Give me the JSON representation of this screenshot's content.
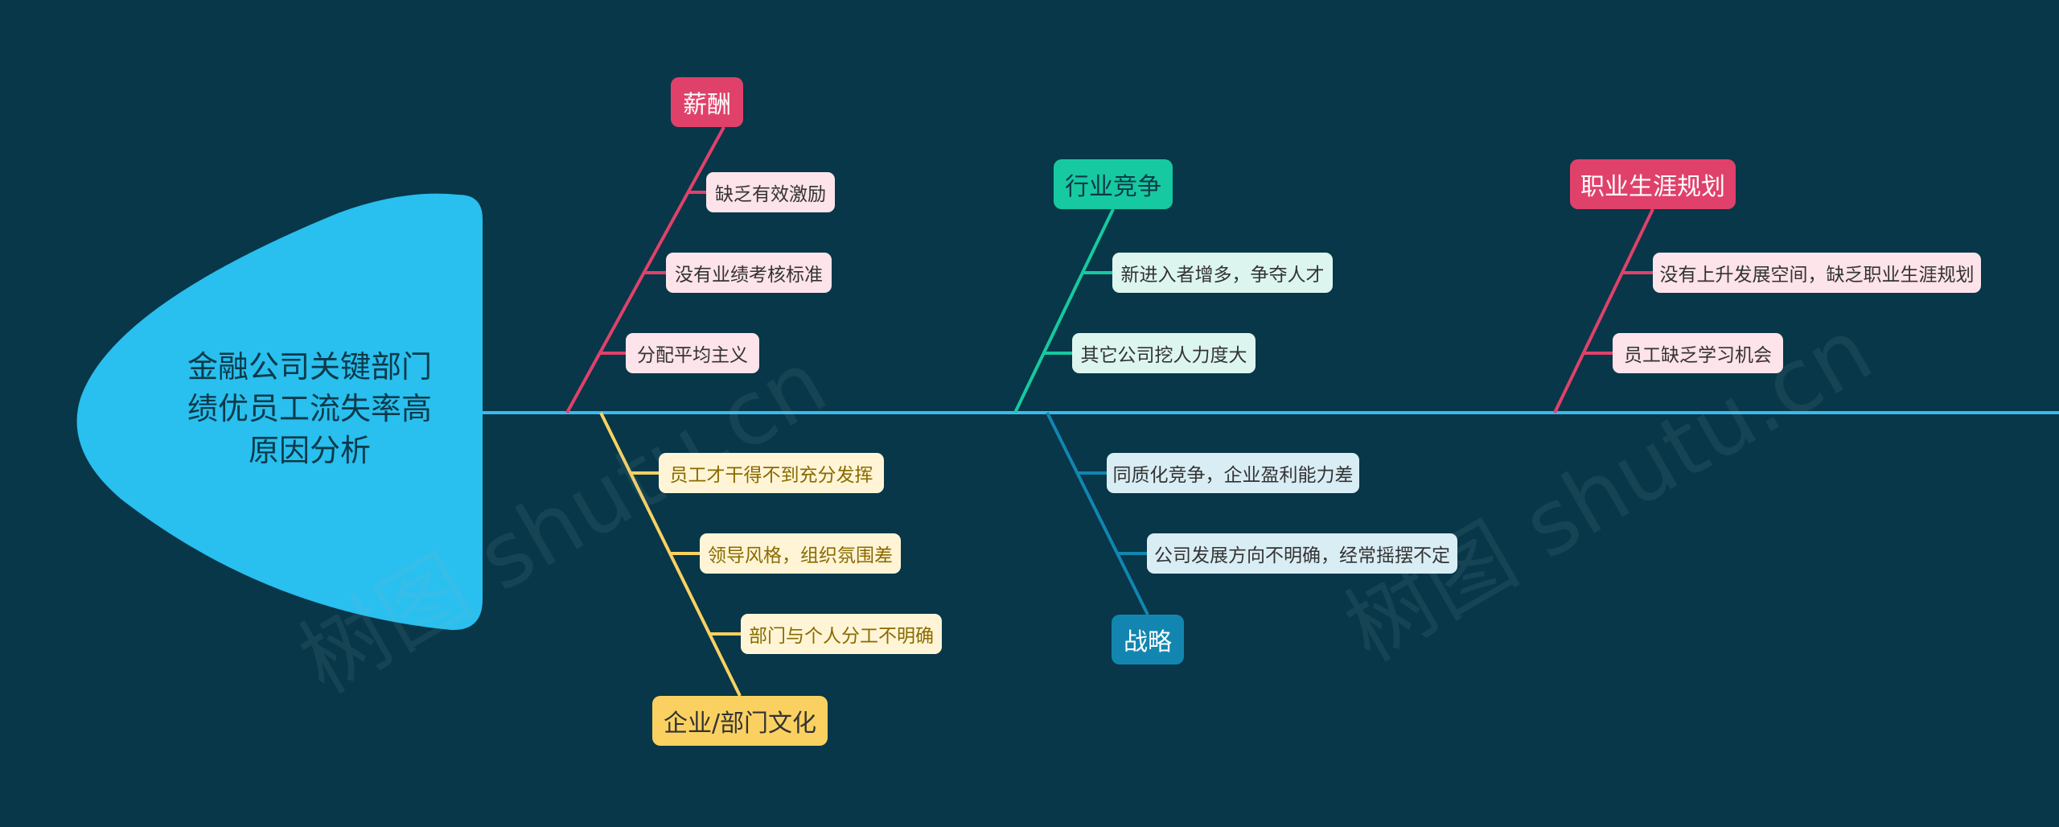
{
  "head": {
    "lines": [
      "金融公司关键部门",
      "绩优员工流失率高",
      "原因分析"
    ],
    "color": "#29bfee"
  },
  "spine_color": "#3fb8ea",
  "branches": [
    {
      "label": "薪酬",
      "color": "#e0416a",
      "leaf_bg": "#fde3ea",
      "leaf_fg": "#333333",
      "items": [
        "缺乏有效激励",
        "没有业绩考核标准",
        "分配平均主义"
      ]
    },
    {
      "label": "企业/部门文化",
      "color": "#fad160",
      "leaf_bg": "#fff5d6",
      "leaf_fg": "#8a6a00",
      "label_fg": "#333333",
      "items": [
        "员工才干得不到充分发挥",
        "领导风格，组织氛围差",
        "部门与个人分工不明确"
      ]
    },
    {
      "label": "行业竞争",
      "color": "#17c9a0",
      "leaf_bg": "#dcf6ef",
      "leaf_fg": "#333333",
      "label_fg": "#0b3a4a",
      "items": [
        "新进入者增多，争夺人才",
        "其它公司挖人力度大"
      ]
    },
    {
      "label": "战略",
      "color": "#1286b0",
      "leaf_bg": "#d9edf4",
      "leaf_fg": "#333333",
      "items": [
        "同质化竞争，企业盈利能力差",
        "公司发展方向不明确，经常摇摆不定"
      ]
    },
    {
      "label": "职业生涯规划",
      "color": "#e0416a",
      "leaf_bg": "#fde3ea",
      "leaf_fg": "#333333",
      "items": [
        "没有上升发展空间，缺乏职业生涯规划",
        "员工缺乏学习机会"
      ]
    }
  ],
  "watermark": "树图 shutu.cn"
}
